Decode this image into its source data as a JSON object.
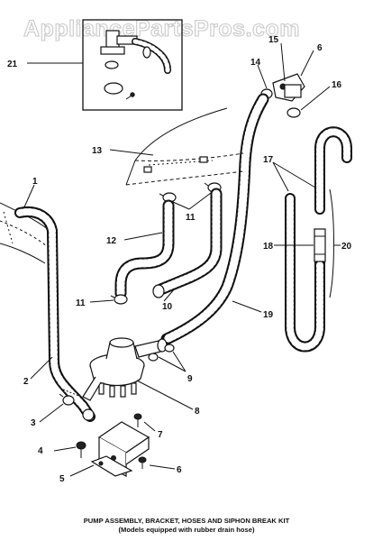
{
  "watermark": "AppliancePartsPros.com",
  "caption": {
    "line1": "PUMP ASSEMBLY, BRACKET, HOSES AND SIPHON BREAK KIT",
    "line2": "(Models equipped with rubber drain hose)"
  },
  "callouts": {
    "c1": "1",
    "c2": "2",
    "c3": "3",
    "c4": "4",
    "c5": "5",
    "c6a": "6",
    "c6b": "6",
    "c7": "7",
    "c8": "8",
    "c9": "9",
    "c10": "10",
    "c11a": "11",
    "c11b": "11",
    "c12": "12",
    "c13": "13",
    "c14": "14",
    "c15": "15",
    "c16": "16",
    "c17": "17",
    "c18": "18",
    "c19": "19",
    "c20": "20",
    "c21": "21"
  },
  "colors": {
    "ink": "#111111",
    "hose_fill": "#dddddd",
    "watermark_outline": "#c9c9c9"
  }
}
